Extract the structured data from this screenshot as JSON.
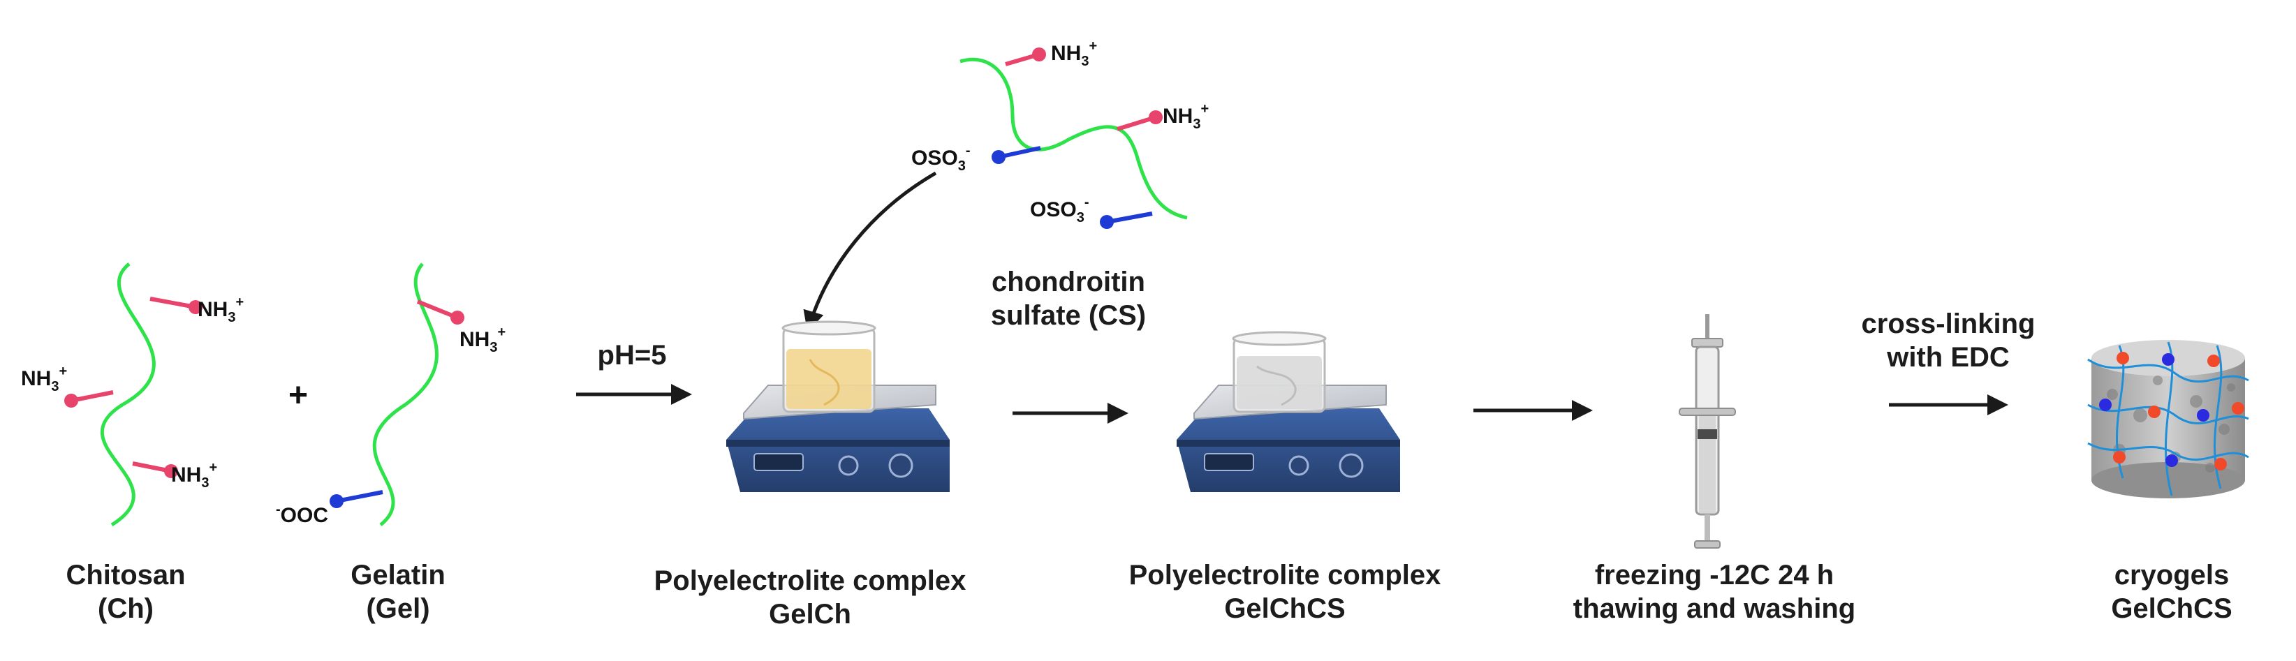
{
  "colors": {
    "backbone": "#2ee24a",
    "amine": "#e8436a",
    "carboxyl_sulfate": "#1f3bd6",
    "arrow": "#1a1a1a",
    "stirrer_body": "#2f4f88",
    "gelch_solution": "#f1d38a",
    "gelchcs_solution": "#d9d9d9"
  },
  "chem_labels": {
    "nh3_base": "NH",
    "nh3_sub": "3",
    "nh3_sup": "+",
    "ooc": "OOC",
    "ooc_sup": "-",
    "oso3_base": "OSO",
    "oso3_sub": "3",
    "oso3_sup": "-"
  },
  "plus_sign": "+",
  "steps": {
    "chitosan": {
      "line1": "Chitosan",
      "line2": "(Ch)"
    },
    "gelatin": {
      "line1": "Gelatin",
      "line2": "(Gel)"
    },
    "ph_condition": "pH=5",
    "chondroitin": {
      "line1": "chondroitin",
      "line2": "sulfate (CS)"
    },
    "gelch": {
      "line1": "Polyelectrolite complex",
      "line2": "GelCh"
    },
    "gelchcs": {
      "line1": "Polyelectrolite complex",
      "line2": "GelChCS"
    },
    "freezing": {
      "line1": "freezing -12C 24 h",
      "line2": "thawing and washing"
    },
    "crosslinking": {
      "line1": "cross-linking",
      "line2": "with EDC"
    },
    "cryogels": {
      "line1": "cryogels",
      "line2": "GelChCS"
    }
  },
  "icons": {
    "beaker_stirrer": "magnetic-stirrer-beaker-icon",
    "syringe": "syringe-icon",
    "cryogel": "cryogel-cylinder-icon"
  }
}
